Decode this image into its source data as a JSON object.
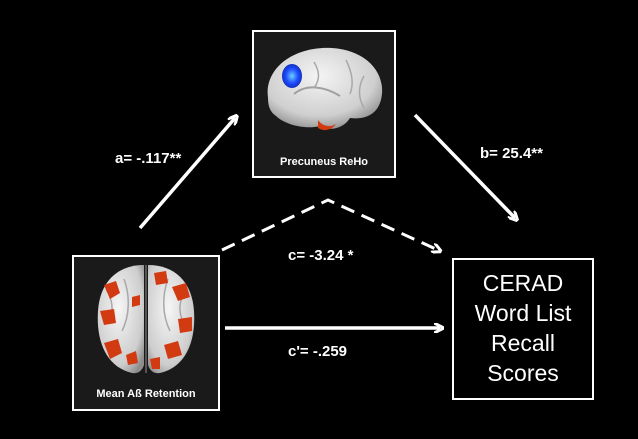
{
  "nodes": {
    "mediator": {
      "caption": "Precuneus ReHo"
    },
    "predictor": {
      "caption": "Mean Aß Retention"
    },
    "outcome": {
      "lines": [
        "CERAD",
        "Word List",
        "Recall",
        "Scores"
      ]
    }
  },
  "paths": {
    "a": "a= -.117**",
    "b": "b= 25.4**",
    "c": "c= -3.24 *",
    "c_prime": "c'= -.259"
  },
  "colors": {
    "background": "#000000",
    "foreground": "#ffffff",
    "activation_red": "#d23a12",
    "activation_blue": "#1f4fff"
  }
}
